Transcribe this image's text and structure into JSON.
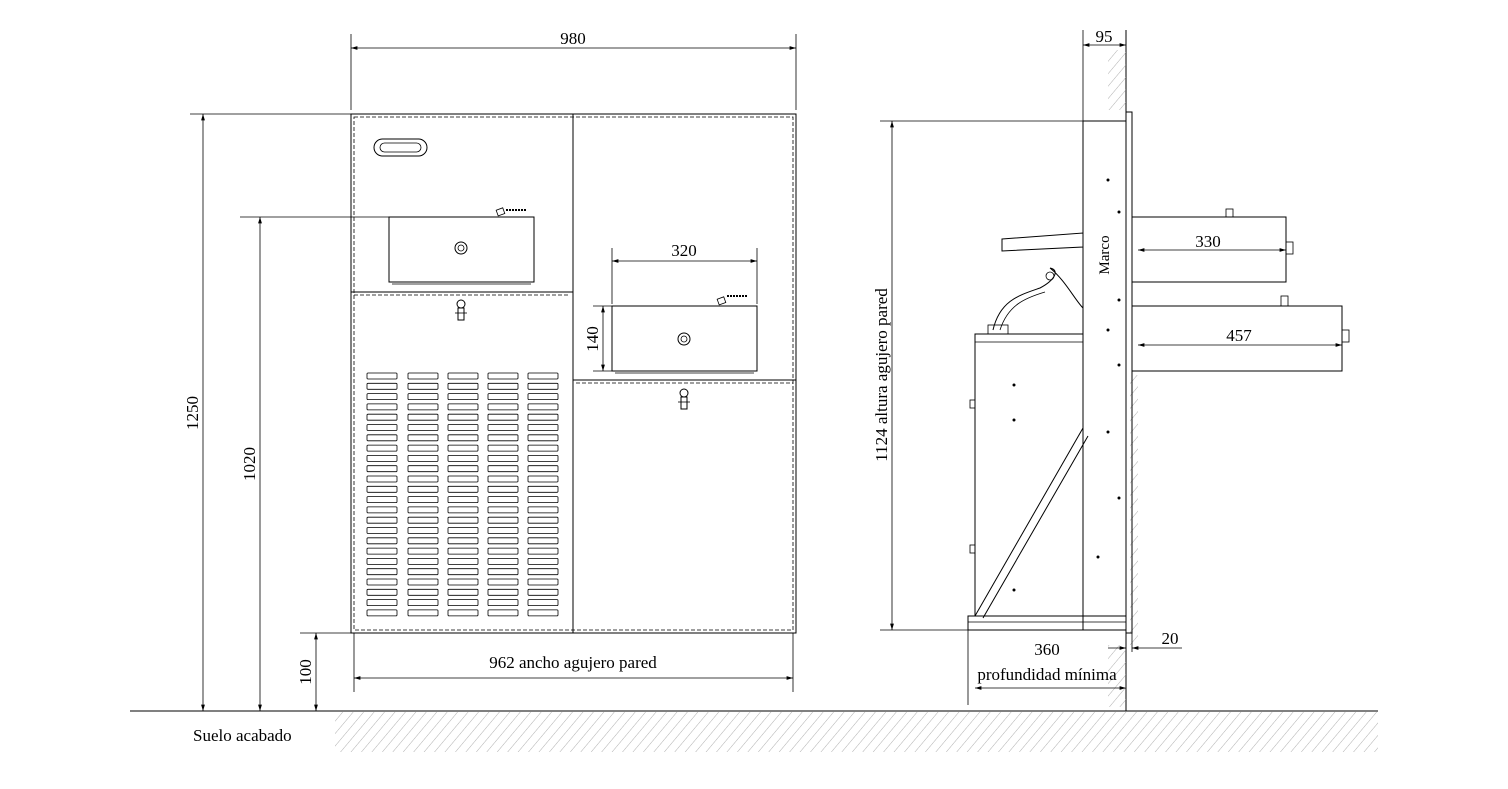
{
  "front_view": {
    "width_total": "980",
    "height_total": "1250",
    "height_upper_basin": "1020",
    "height_base": "100",
    "hole_width": "962 ancho agujero pared",
    "basin_width": "320",
    "basin_height": "140"
  },
  "side_view": {
    "frame_depth": "95",
    "hole_height": "1124 altura agujero pared",
    "frame_label": "Marco",
    "upper_basin_projection": "330",
    "lower_basin_projection": "457",
    "min_depth_value": "360",
    "min_depth_label": "profundidad mínima",
    "frame_offset": "20"
  },
  "floor_label": "Suelo acabado",
  "icons": [
    "key-icon",
    "push-button-icon"
  ]
}
